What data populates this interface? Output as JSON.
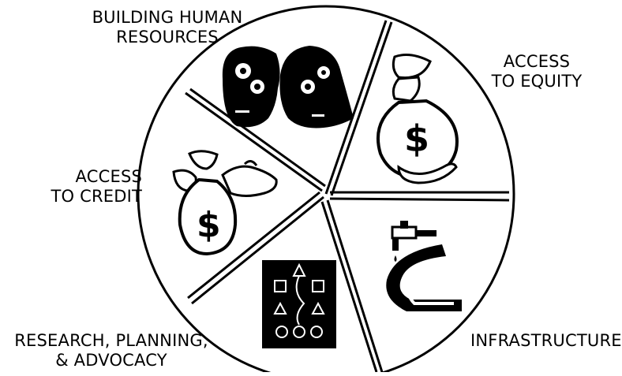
{
  "segments": [
    {
      "id": "building-human-resources",
      "label_lines": [
        "BUILDING  HUMAN",
        "RESOURCES"
      ],
      "icon": "two-faces-with-gears-icon"
    },
    {
      "id": "access-to-equity",
      "label_lines": [
        "ACCESS",
        "TO  EQUITY"
      ],
      "icon": "money-bag-in-hand-icon"
    },
    {
      "id": "infrastructure",
      "label_lines": [
        "INFRASTRUCTURE"
      ],
      "icon": "faucet-and-road-icon"
    },
    {
      "id": "research-planning-advocacy",
      "label_lines": [
        "RESEARCH,  PLANNING,",
        "& ADVOCACY"
      ],
      "icon": "flowchart-icon"
    },
    {
      "id": "access-to-credit",
      "label_lines": [
        "ACCESS",
        "TO  CREDIT"
      ],
      "icon": "money-bag-handoff-icon"
    }
  ],
  "colors": {
    "ink": "#000000",
    "paper": "#ffffff"
  }
}
